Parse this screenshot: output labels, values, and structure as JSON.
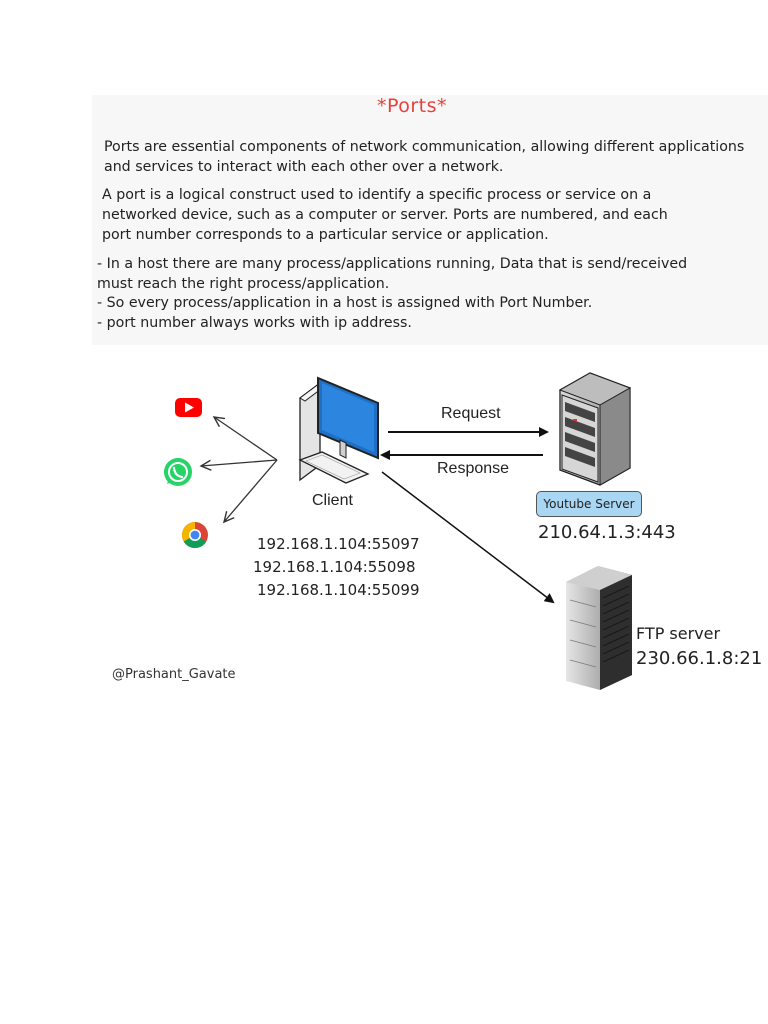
{
  "notes": {
    "title": "*Ports*",
    "paragraph_1": "Ports are essential components of network communication, allowing different applications\n and services to interact with each other over a network.",
    "paragraph_2": "A port is a logical construct used to identify a specific process or service on a\nnetworked device, such as a computer or server. Ports are numbered, and each\nport number corresponds to a particular service or application.",
    "bullets": [
      "- In a host there are many process/applications running, Data that is send/received\n  must reach the right process/application.",
      "- So every process/application in a host is assigned with Port Number.",
      "- port number always works with ip address."
    ]
  },
  "diagram": {
    "client_label": "Client",
    "request_label": "Request",
    "response_label": "Response",
    "client_ports": [
      "192.168.1.104:55097",
      "192.168.1.104:55098",
      "192.168.1.104:55099"
    ],
    "youtube_server_label": "Youtube Server",
    "youtube_server_address": "210.64.1.3:443",
    "ftp_server_label": "FTP server",
    "ftp_server_address": "230.66.1.8:21",
    "app_icons": [
      "youtube-icon",
      "whatsapp-icon",
      "chrome-icon"
    ]
  },
  "author": "@Prashant_Gavate",
  "colors": {
    "title": "#e8413c",
    "youtube_badge": "#a9d6f3",
    "monitor_screen": "#1f6fc4",
    "youtube_red": "#ff0000",
    "whatsapp_green": "#25d366"
  }
}
